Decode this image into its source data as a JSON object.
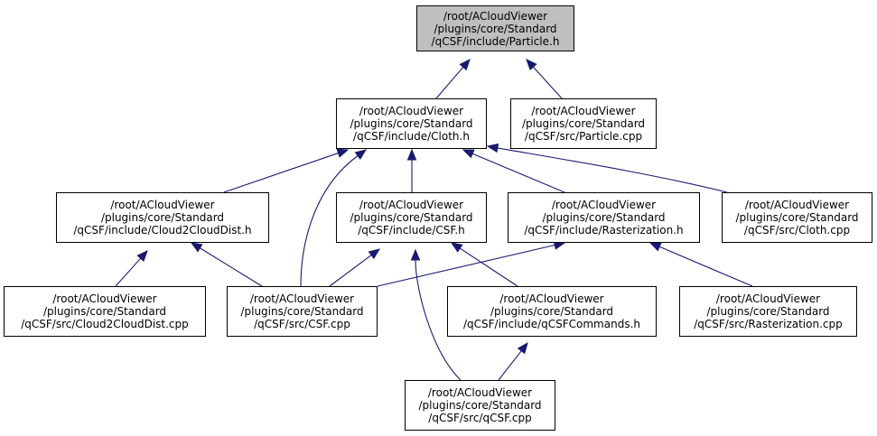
{
  "colors": {
    "edge": "#191970",
    "node_border": "#000000",
    "node_fill": "#ffffff",
    "highlight_fill": "#bfbfbf"
  },
  "nodes": {
    "particle_h": {
      "lines": [
        "/root/ACloudViewer",
        "/plugins/core/Standard",
        "/qCSF/include/Particle.h"
      ]
    },
    "cloth_h": {
      "lines": [
        "/root/ACloudViewer",
        "/plugins/core/Standard",
        "/qCSF/include/Cloth.h"
      ]
    },
    "particle_cpp": {
      "lines": [
        "/root/ACloudViewer",
        "/plugins/core/Standard",
        "/qCSF/src/Particle.cpp"
      ]
    },
    "cloud2cloud_h": {
      "lines": [
        "/root/ACloudViewer",
        "/plugins/core/Standard",
        "/qCSF/include/Cloud2CloudDist.h"
      ]
    },
    "csf_h": {
      "lines": [
        "/root/ACloudViewer",
        "/plugins/core/Standard",
        "/qCSF/include/CSF.h"
      ]
    },
    "rasterization_h": {
      "lines": [
        "/root/ACloudViewer",
        "/plugins/core/Standard",
        "/qCSF/include/Rasterization.h"
      ]
    },
    "cloth_cpp": {
      "lines": [
        "/root/ACloudViewer",
        "/plugins/core/Standard",
        "/qCSF/src/Cloth.cpp"
      ]
    },
    "cloud2cloud_cpp": {
      "lines": [
        "/root/ACloudViewer",
        "/plugins/core/Standard",
        "/qCSF/src/Cloud2CloudDist.cpp"
      ]
    },
    "csf_cpp": {
      "lines": [
        "/root/ACloudViewer",
        "/plugins/core/Standard",
        "/qCSF/src/CSF.cpp"
      ]
    },
    "qcsfcommands_h": {
      "lines": [
        "/root/ACloudViewer",
        "/plugins/core/Standard",
        "/qCSF/include/qCSFCommands.h"
      ]
    },
    "rasterization_cpp": {
      "lines": [
        "/root/ACloudViewer",
        "/plugins/core/Standard",
        "/qCSF/src/Rasterization.cpp"
      ]
    },
    "qcsf_cpp": {
      "lines": [
        "/root/ACloudViewer",
        "/plugins/core/Standard",
        "/qCSF/src/qCSF.cpp"
      ]
    }
  },
  "edges": [
    {
      "from": "cloth_h",
      "to": "particle_h"
    },
    {
      "from": "particle_cpp",
      "to": "particle_h"
    },
    {
      "from": "cloud2cloud_h",
      "to": "cloth_h"
    },
    {
      "from": "csf_cpp",
      "to": "cloth_h"
    },
    {
      "from": "csf_h",
      "to": "cloth_h"
    },
    {
      "from": "rasterization_h",
      "to": "cloth_h"
    },
    {
      "from": "cloth_cpp",
      "to": "cloth_h"
    },
    {
      "from": "cloud2cloud_cpp",
      "to": "cloud2cloud_h"
    },
    {
      "from": "csf_cpp",
      "to": "cloud2cloud_h"
    },
    {
      "from": "csf_cpp",
      "to": "csf_h"
    },
    {
      "from": "qcsfcommands_h",
      "to": "csf_h"
    },
    {
      "from": "qcsf_cpp",
      "to": "csf_h"
    },
    {
      "from": "csf_cpp",
      "to": "rasterization_h"
    },
    {
      "from": "rasterization_cpp",
      "to": "rasterization_h"
    },
    {
      "from": "qcsf_cpp",
      "to": "qcsfcommands_h"
    }
  ]
}
